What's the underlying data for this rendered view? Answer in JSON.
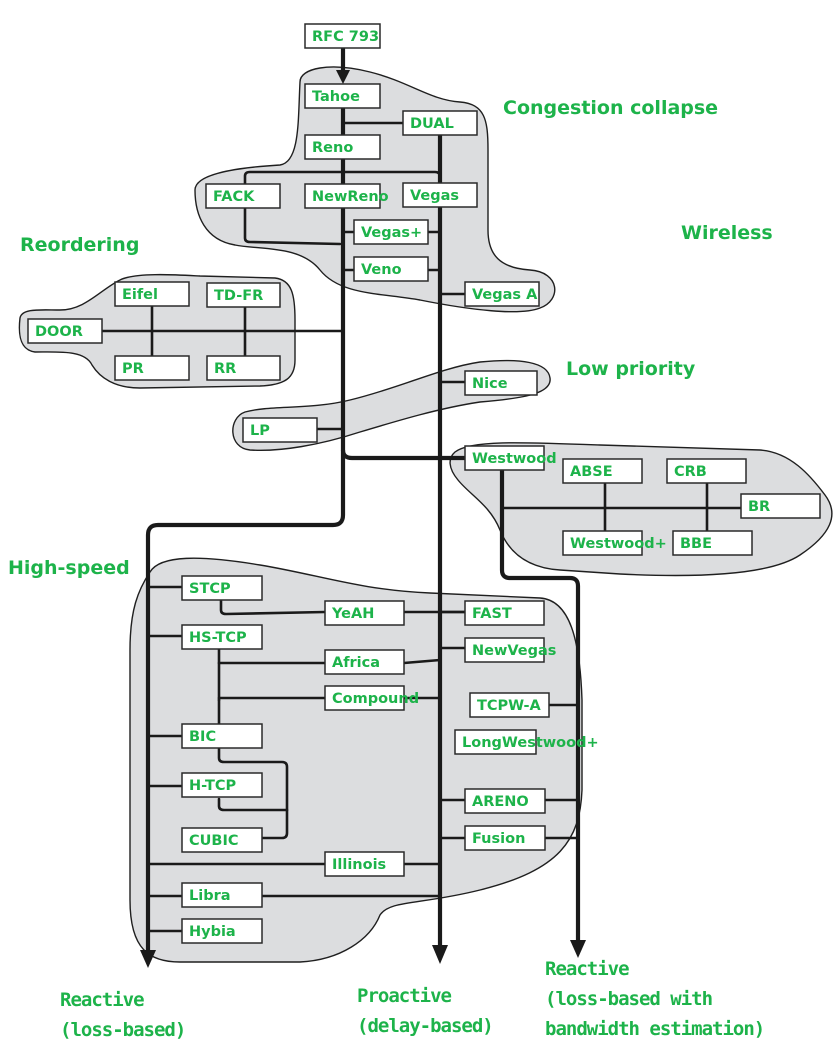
{
  "title": "TCP congestion control evolution",
  "colors": {
    "label_green": "#1db34a",
    "group_fill": "#dcdddf",
    "line": "#1a1a1a",
    "background": "#ffffff"
  },
  "groups": {
    "congestion_collapse": "Congestion collapse",
    "wireless": "Wireless",
    "reordering": "Reordering",
    "low_priority": "Low priority",
    "high_speed": "High-speed"
  },
  "nodes": {
    "rfc793": "RFC 793",
    "tahoe": "Tahoe",
    "dual": "DUAL",
    "reno": "Reno",
    "fack": "FACK",
    "newreno": "NewReno",
    "vegas": "Vegas",
    "vegas_plus": "Vegas+",
    "veno": "Veno",
    "vegas_a": "Vegas A",
    "eifel": "Eifel",
    "td_fr": "TD-FR",
    "door": "DOOR",
    "pr": "PR",
    "rr": "RR",
    "nice": "Nice",
    "lp": "LP",
    "westwood": "Westwood",
    "abse": "ABSE",
    "crb": "CRB",
    "br": "BR",
    "westwood_plus": "Westwood+",
    "bbe": "BBE",
    "stcp": "STCP",
    "yeah": "YeAH",
    "fast": "FAST",
    "hs_tcp": "HS-TCP",
    "africa": "Africa",
    "newvegas": "NewVegas",
    "compound": "Compound",
    "tcpw_a": "TCPW-A",
    "longwestwood_plus": "LongWestwood+",
    "bic": "BIC",
    "h_tcp": "H-TCP",
    "areno": "ARENO",
    "cubic": "CUBIC",
    "fusion": "Fusion",
    "illinois": "Illinois",
    "libra": "Libra",
    "hybia": "Hybia"
  },
  "categories": {
    "reactive_loss": [
      "Reactive",
      "(loss-based)"
    ],
    "proactive_delay": [
      "Proactive",
      "(delay-based)"
    ],
    "reactive_bw": [
      "Reactive",
      "(loss-based with",
      "bandwidth estimation)"
    ]
  }
}
